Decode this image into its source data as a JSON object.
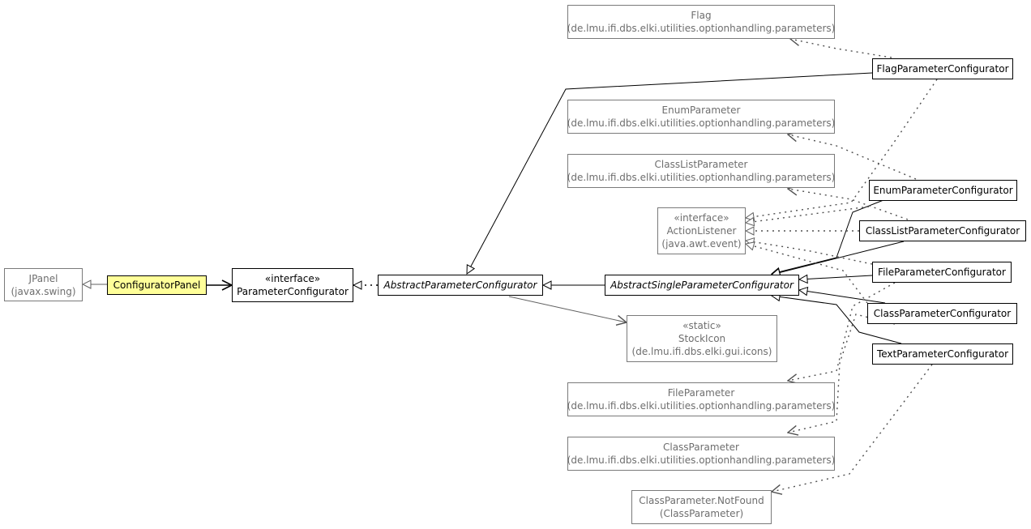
{
  "diagram": {
    "nodes": {
      "jpanel": {
        "lines": [
          "JPanel",
          "(javax.swing)"
        ]
      },
      "panel": {
        "lines": [
          "ConfiguratorPanel"
        ]
      },
      "iface": {
        "lines": [
          "«interface»",
          "ParameterConfigurator"
        ]
      },
      "abstract": {
        "lines": [
          "AbstractParameterConfigurator"
        ]
      },
      "single": {
        "lines": [
          "AbstractSingleParameterConfigurator"
        ]
      },
      "stockicon": {
        "lines": [
          "«static»",
          "StockIcon",
          "(de.lmu.ifi.dbs.elki.gui.icons)"
        ]
      },
      "actionlistener": {
        "lines": [
          "«interface»",
          "ActionListener",
          "(java.awt.event)"
        ]
      },
      "flag": {
        "lines": [
          "Flag",
          "(de.lmu.ifi.dbs.elki.utilities.optionhandling.parameters)"
        ]
      },
      "enumparam": {
        "lines": [
          "EnumParameter",
          "(de.lmu.ifi.dbs.elki.utilities.optionhandling.parameters)"
        ]
      },
      "classlistparam": {
        "lines": [
          "ClassListParameter",
          "(de.lmu.ifi.dbs.elki.utilities.optionhandling.parameters)"
        ]
      },
      "fileparam": {
        "lines": [
          "FileParameter",
          "(de.lmu.ifi.dbs.elki.utilities.optionhandling.parameters)"
        ]
      },
      "classparam": {
        "lines": [
          "ClassParameter",
          "(de.lmu.ifi.dbs.elki.utilities.optionhandling.parameters)"
        ]
      },
      "notfound": {
        "lines": [
          "ClassParameter.NotFound",
          "(ClassParameter)"
        ]
      },
      "flagconf": {
        "lines": [
          "FlagParameterConfigurator"
        ]
      },
      "enumconf": {
        "lines": [
          "EnumParameterConfigurator"
        ]
      },
      "classlistconf": {
        "lines": [
          "ClassListParameterConfigurator"
        ]
      },
      "fileconf": {
        "lines": [
          "FileParameterConfigurator"
        ]
      },
      "classconf": {
        "lines": [
          "ClassParameterConfigurator"
        ]
      },
      "textconf": {
        "lines": [
          "TextParameterConfigurator"
        ]
      }
    },
    "edges": [
      {
        "from": "panel",
        "to": "jpanel",
        "kind": "extends"
      },
      {
        "from": "panel",
        "to": "iface",
        "kind": "association"
      },
      {
        "from": "abstract",
        "to": "iface",
        "kind": "implements"
      },
      {
        "from": "single",
        "to": "abstract",
        "kind": "extends"
      },
      {
        "from": "abstract",
        "to": "stockicon",
        "kind": "navigable"
      },
      {
        "from": "flagconf",
        "to": "abstract",
        "kind": "extends"
      },
      {
        "from": "enumconf",
        "to": "single",
        "kind": "extends"
      },
      {
        "from": "classlistconf",
        "to": "single",
        "kind": "extends"
      },
      {
        "from": "fileconf",
        "to": "single",
        "kind": "extends"
      },
      {
        "from": "classconf",
        "to": "single",
        "kind": "extends"
      },
      {
        "from": "textconf",
        "to": "single",
        "kind": "extends"
      },
      {
        "from": "flagconf",
        "to": "flag",
        "kind": "dependency"
      },
      {
        "from": "enumconf",
        "to": "enumparam",
        "kind": "dependency"
      },
      {
        "from": "classlistconf",
        "to": "classlistparam",
        "kind": "dependency"
      },
      {
        "from": "fileconf",
        "to": "fileparam",
        "kind": "dependency"
      },
      {
        "from": "classconf",
        "to": "classparam",
        "kind": "dependency"
      },
      {
        "from": "textconf",
        "to": "notfound",
        "kind": "dependency"
      },
      {
        "from": "flagconf",
        "to": "actionlistener",
        "kind": "realization"
      },
      {
        "from": "enumconf",
        "to": "actionlistener",
        "kind": "realization"
      },
      {
        "from": "classlistconf",
        "to": "actionlistener",
        "kind": "realization"
      },
      {
        "from": "fileconf",
        "to": "actionlistener",
        "kind": "realization"
      },
      {
        "from": "classconf",
        "to": "actionlistener",
        "kind": "realization"
      }
    ]
  }
}
